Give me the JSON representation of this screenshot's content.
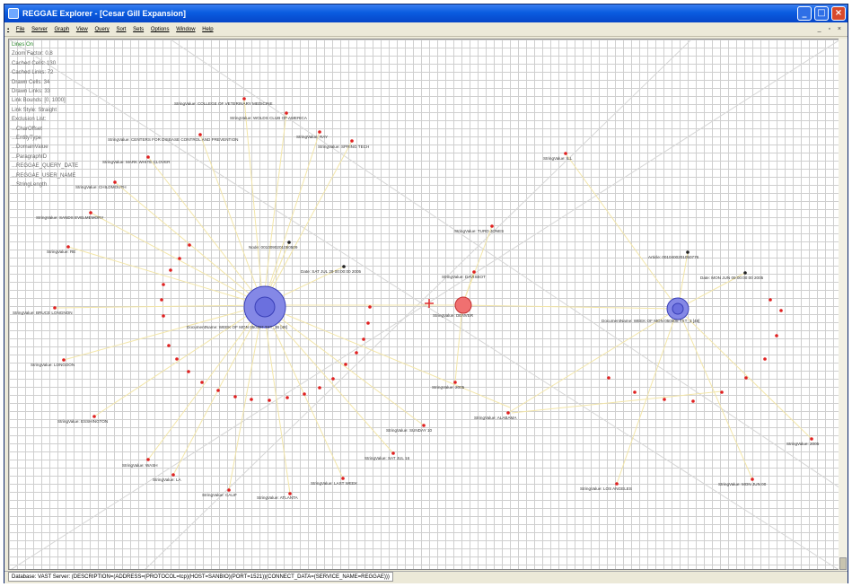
{
  "window": {
    "title": "REGGAE Explorer - [Cesar Gill Expansion]",
    "minimize": "_",
    "maximize": "□",
    "close": "×"
  },
  "menu": [
    "File",
    "Server",
    "Graph",
    "View",
    "Query",
    "Sort",
    "Sets",
    "Options",
    "Window",
    "Help"
  ],
  "mdi_controls": "_ ▫ ×",
  "info": [
    "Lines On",
    "Zoom Factor: 0.8",
    "Cached Cells: 130",
    "Cached Links: 72",
    "Drawn Cells: 34",
    "Drawn Links: 33",
    "Link Bounds: [0, 1000]",
    "Link Style: Straight",
    "Exclusion List:",
    "...CharOffset",
    "...EntityType",
    "...DomainValue",
    "...ParagraphID",
    "...REGGAE_QUERY_DATE",
    "...REGGAE_USER_NAME",
    "...StringLength"
  ],
  "hubs": {
    "left_label": "DocumentName: WEEK OF MON 050407 TXT_36 [48]",
    "mid_label": "StringValue: DENVER",
    "right_label": "DocumentName: WEEK OF MON 050408 TXT_3 [48]"
  },
  "labels": {
    "l1": "StringValue: COLLEGE OF VETERINARY MEDICINE",
    "l2": "StringValue: WOLDS CLUB OF AMERICA",
    "l3": "StringValue: CENTERS FOR DISEASE CONTROL AND PREVENTION",
    "l4": "StringValue: RAY",
    "l5": "StringValue: SPRING TECH",
    "l6": "StringValue: MARK WHITE CLOVER",
    "l7": "StringValue: CHILDMOUTH",
    "l8": "StringValue: SANDS EVELMEMORY",
    "l9": "StringValue: RE",
    "l10": "StringValue: BRUCE LONGNON",
    "l11": "StringValue: LONGDON",
    "l12": "StringValue: ESSHINGTON",
    "l13": "StringValue: WASH",
    "l14": "StringValue: LA",
    "l15": "StringValue: CALIF",
    "l16": "StringValue: ATLANTA",
    "l17": "StringValue: LAST WEEK",
    "l18": "StringValue: SAT JUL 16",
    "l19": "StringValue: SUNDAY 10",
    "l20": "StringValue: 2005",
    "l21": "StringValue: ALABAMA",
    "l22": "StringValue: TURD JONES",
    "l23": "StringValue: DAVISBOT",
    "l24": "Node: 0010090201050509",
    "l25": "Date: SAT JUL 29 00:00:00 2005",
    "l26": "StringValue: ILL",
    "l27": "Article: 0010400201050776",
    "l28": "Date: MON JUN 09 00:00:00 2005",
    "l29": "StringValue: LOS ANGELES",
    "l30": "StringValue: MON JUN 00",
    "l31": "StringValue: 2005"
  },
  "status": {
    "text": "Database: VAST  Server: (DESCRIPTION=(ADDRESS=(PROTOCOL=tcp)(HOST=SANBIO)(PORT=1521))(CONNECT_DATA=(SERVICE_NAME=REGGAE)))"
  }
}
